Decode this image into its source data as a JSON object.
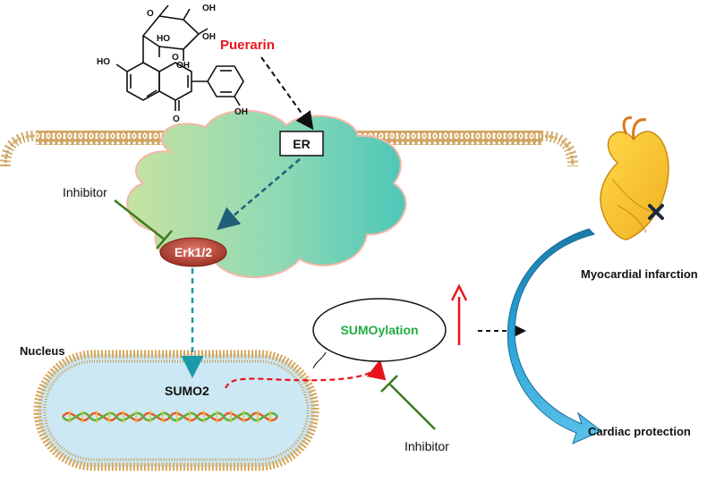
{
  "labels": {
    "puerarin": "Puerarin",
    "er": "ER",
    "inhibitor_top": "Inhibitor",
    "erk": "Erk1/2",
    "nucleus": "Nucleus",
    "sumo2": "SUMO2",
    "sumoylation": "SUMOylation",
    "inhibitor_bottom": "Inhibitor",
    "myocardial_infarction": "Myocardial infarction",
    "cardiac_protection": "Cardiac protection"
  },
  "molecule_atoms": {
    "o_ring": "O",
    "oh1": "OH",
    "oh2": "HO",
    "oh3": "OH",
    "oh4": "OH",
    "ho_left": "HO",
    "o_chromone": "O",
    "o_carbonyl": "O",
    "oh_phenol": "OH"
  },
  "colors": {
    "puerarin": "#e8141b",
    "sumoylation": "#22aa44",
    "inhibitor_line": "#3d7a1f",
    "arrow_er_to_erk": "#1f5f7a",
    "arrow_erk_to_sumo": "#1a9aa8",
    "arrow_sumo_path": "#e8141b",
    "up_arrow": "#e8141b",
    "curve_arrow": "#1a8fc0",
    "erk_fill": "#b23a2e"
  }
}
